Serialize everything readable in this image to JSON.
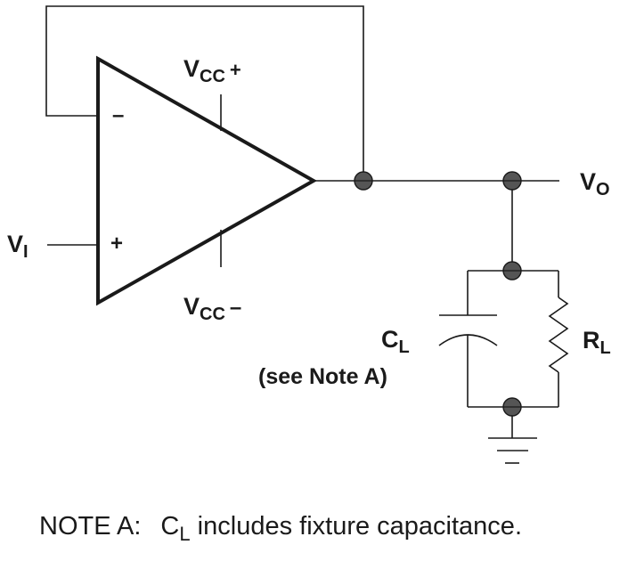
{
  "labels": {
    "vcc_plus": {
      "main": "V",
      "sub": "CC",
      "sign": "+"
    },
    "vcc_minus": {
      "main": "V",
      "sub": "CC",
      "sign": "–"
    },
    "vi": {
      "main": "V",
      "sub": "I"
    },
    "vo": {
      "main": "V",
      "sub": "O"
    },
    "cl": {
      "main": "C",
      "sub": "L"
    },
    "cl_note": "(see Note A)",
    "rl": {
      "main": "R",
      "sub": "L"
    },
    "inverting_input": "–",
    "noninverting_input": "+"
  },
  "note": {
    "prefix": "NOTE A:",
    "symbol_main": "C",
    "symbol_sub": "L",
    "text": " includes fixture capacitance."
  }
}
